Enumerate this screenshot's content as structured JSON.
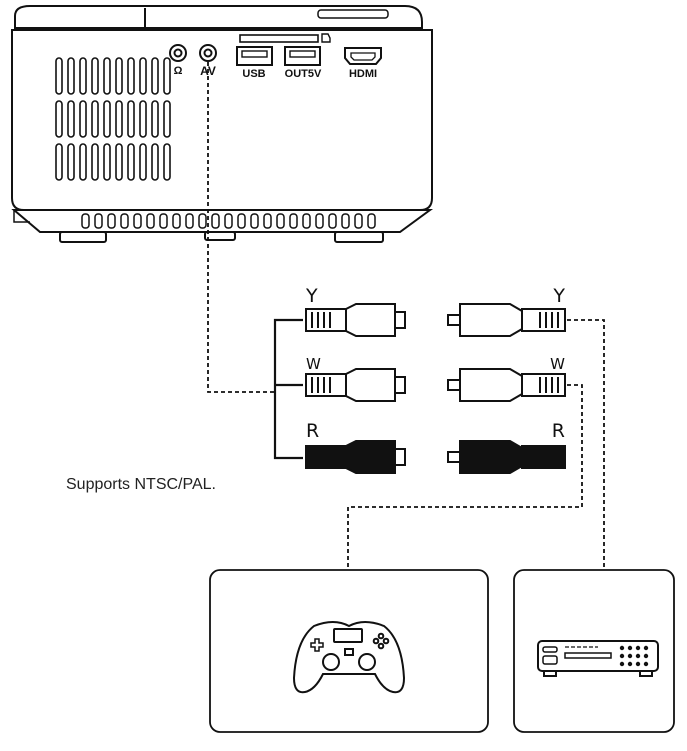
{
  "projector": {
    "ports": {
      "headphone": "Ω",
      "av": "AV",
      "usb": "USB",
      "out5v": "OUT5V",
      "hdmi": "HDMI"
    }
  },
  "cables": {
    "left": [
      "Y",
      "W",
      "R"
    ],
    "right": [
      "Y",
      "W",
      "R"
    ]
  },
  "note": "Supports NTSC/PAL.",
  "devices": {
    "left": "gamepad-icon",
    "right": "dvd-player-icon"
  },
  "colors": {
    "line": "#111111",
    "plug_red": "#000000"
  }
}
